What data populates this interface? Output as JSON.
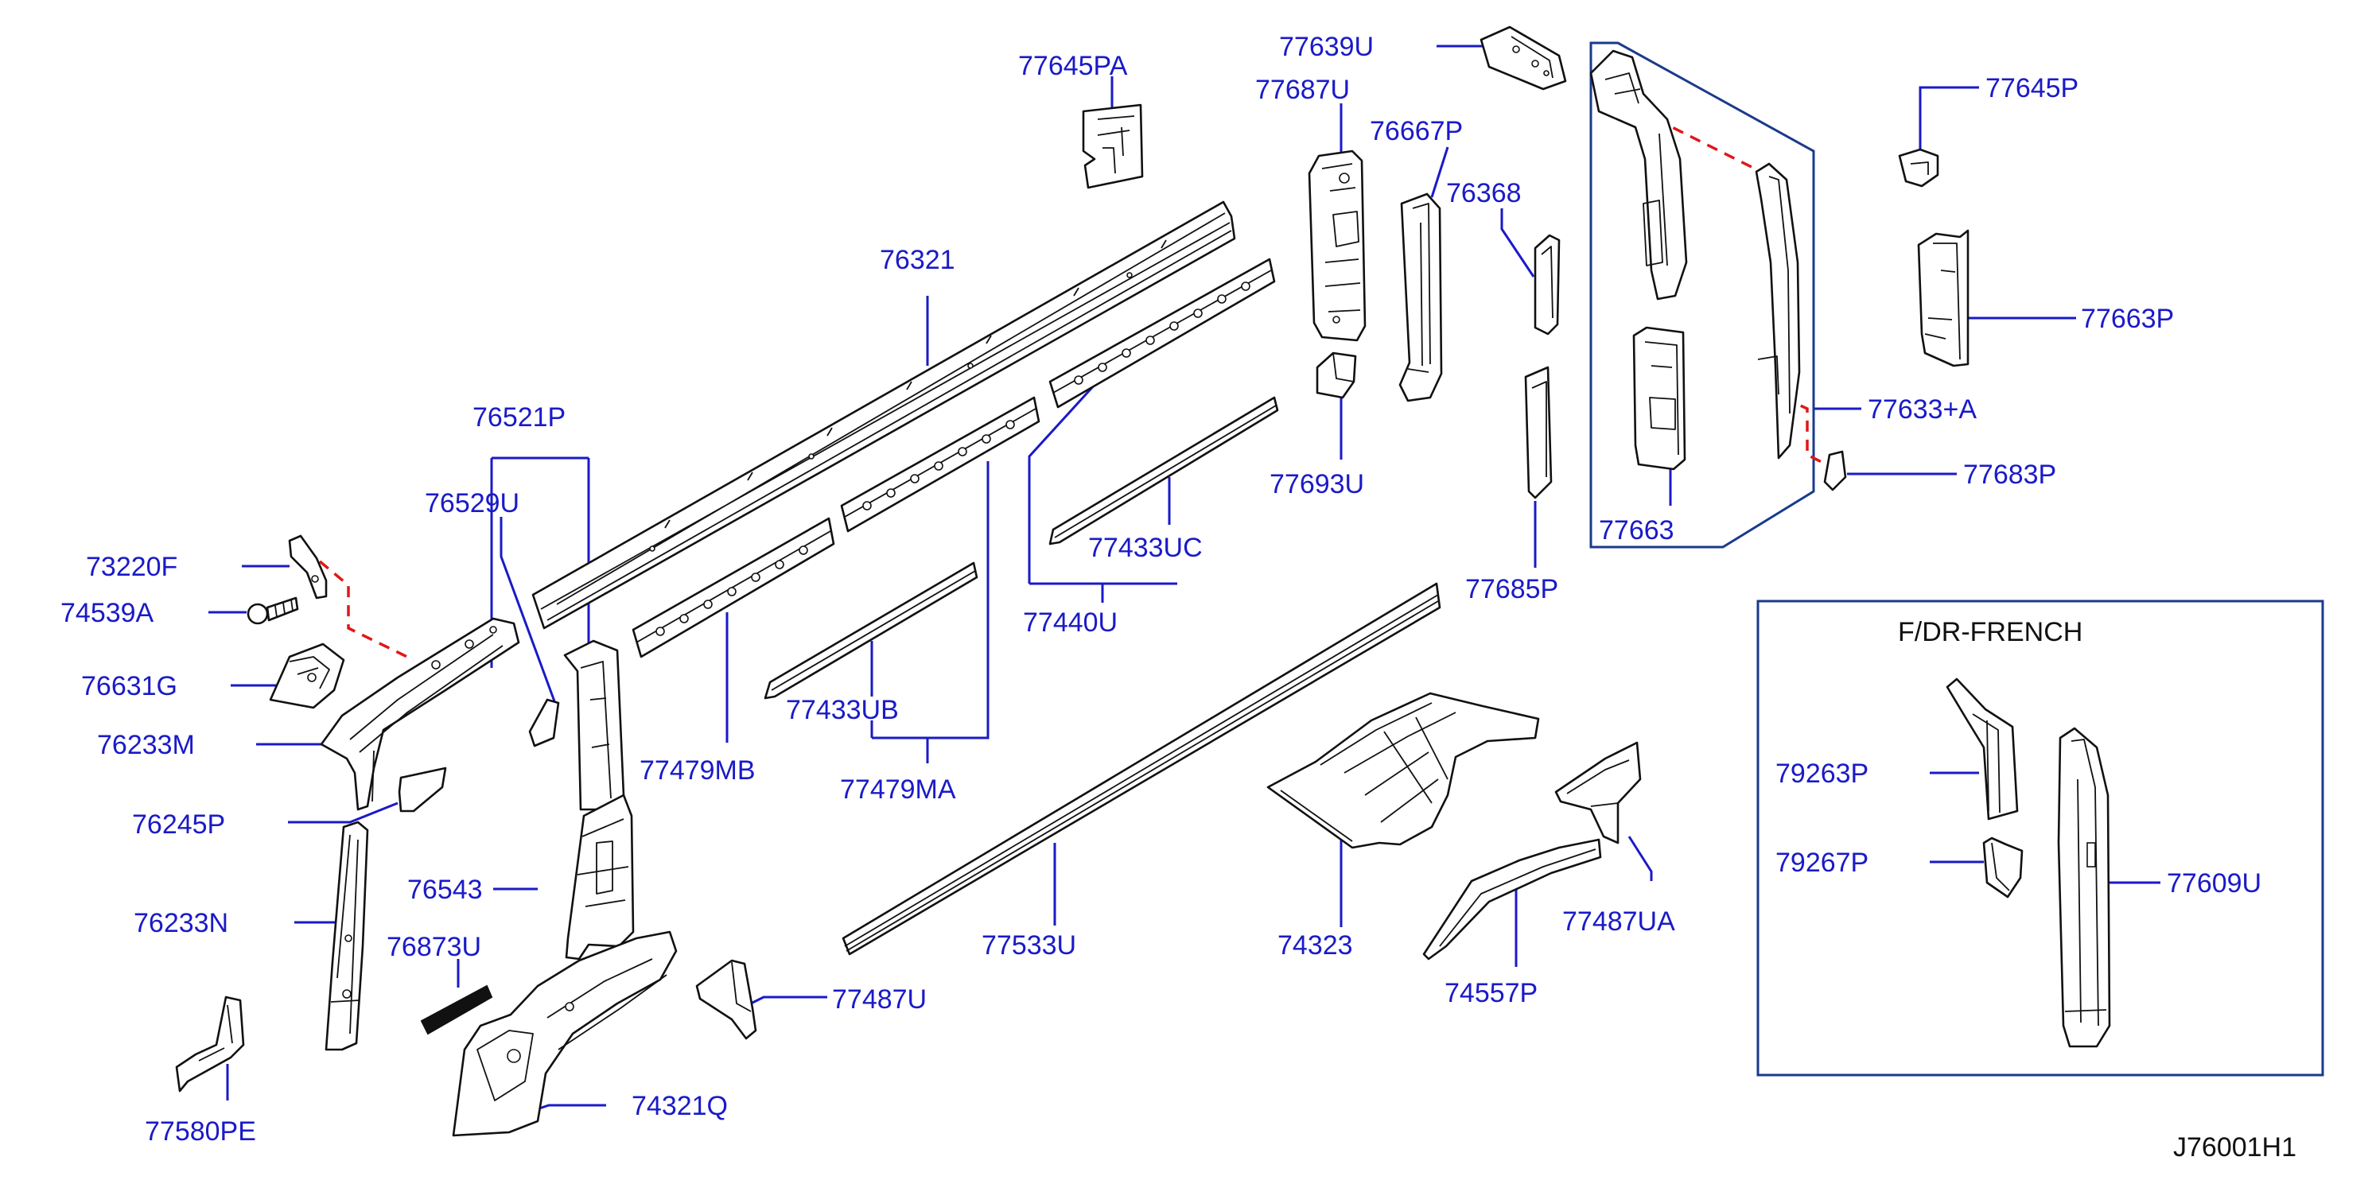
{
  "diagram": {
    "drawing_id": "J76001H1",
    "inset_title": "F/DR-FRENCH",
    "colors": {
      "label": "#1a1ac8",
      "leader": "#1a1ac8",
      "inset_frame": "#1a3a8c",
      "phantom_line": "#e01818",
      "part_outline": "#111111"
    },
    "labels": {
      "p77645PA": "77645PA",
      "p77639U": "77639U",
      "p77687U": "77687U",
      "p76667P": "76667P",
      "p76368": "76368",
      "p77645P": "77645P",
      "p76321": "76321",
      "p77663P": "77663P",
      "p77633A": "77633+A",
      "p77693U": "77693U",
      "p77683P": "77683P",
      "p76521P": "76521P",
      "p76529U": "76529U",
      "p77433UC": "77433UC",
      "p77663": "77663",
      "p73220F": "73220F",
      "p77685P": "77685P",
      "p74539A": "74539A",
      "p77440U": "77440U",
      "p76631G": "76631G",
      "p77433UB": "77433UB",
      "p76233M": "76233M",
      "p77479MB": "77479MB",
      "p77479MA": "77479MA",
      "p79263P": "79263P",
      "p76245P": "76245P",
      "p79267P": "79267P",
      "p77609U": "77609U",
      "p76543": "76543",
      "p76233N": "76233N",
      "p77533U": "77533U",
      "p74323": "74323",
      "p77487UA": "77487UA",
      "p76873U": "76873U",
      "p77487U": "77487U",
      "p74557P": "74557P",
      "p74321Q": "74321Q",
      "p77580PE": "77580PE"
    }
  }
}
